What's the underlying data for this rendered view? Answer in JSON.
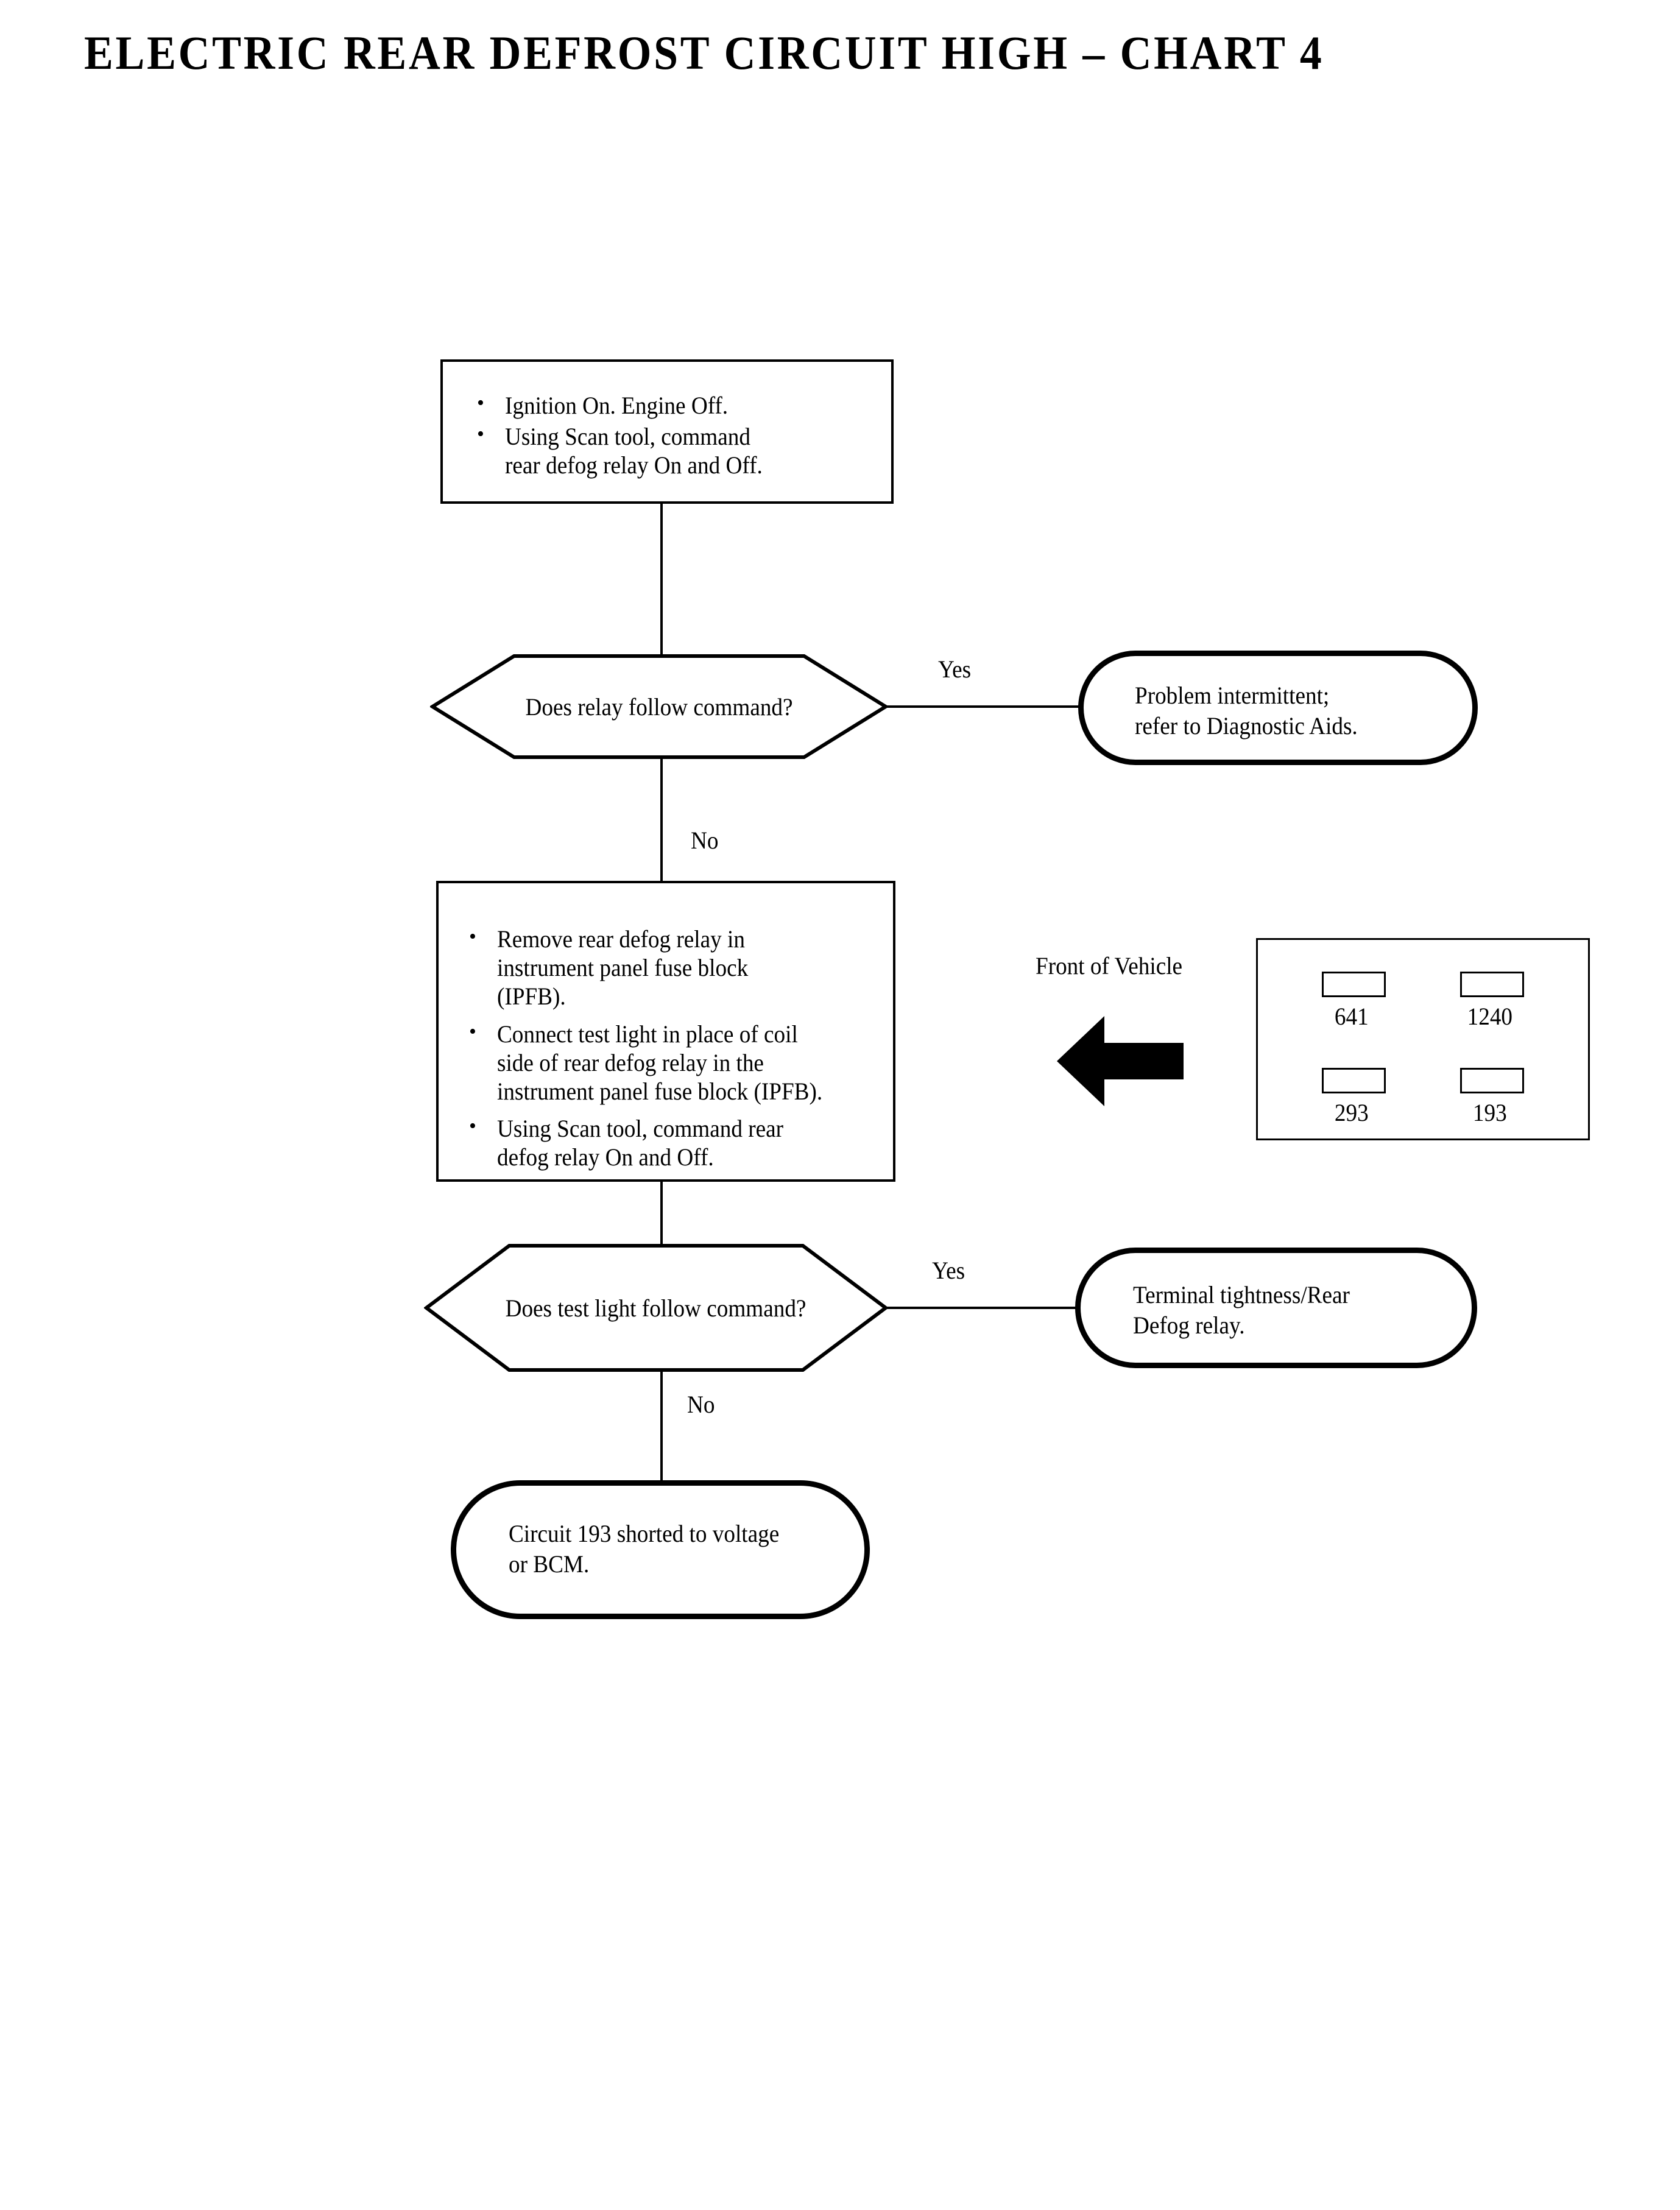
{
  "title": "ELECTRIC REAR DEFROST CIRCUIT HIGH – CHART 4",
  "chart_data": {
    "type": "diagram",
    "title": "ELECTRIC REAR DEFROST CIRCUIT HIGH – CHART 4",
    "diagram_kind": "troubleshooting-flowchart",
    "nodes": [
      {
        "id": "step1",
        "shape": "process",
        "bullets": [
          "Ignition On. Engine Off.",
          "Using Scan tool, command rear defog relay On and Off."
        ]
      },
      {
        "id": "decision1",
        "shape": "hexagon",
        "text": "Does relay follow command?"
      },
      {
        "id": "result1",
        "shape": "terminator",
        "text": "Problem intermittent;\nrefer to Diagnostic Aids."
      },
      {
        "id": "step2",
        "shape": "process",
        "bullets": [
          "Remove rear defog relay in instrument panel fuse block (IPFB).",
          "Connect test light in place of coil side of rear defog relay in the instrument panel fuse block (IPFB).",
          "Using Scan tool, command rear defog relay On and Off."
        ]
      },
      {
        "id": "decision2",
        "shape": "hexagon",
        "text": "Does test light follow command?"
      },
      {
        "id": "result2",
        "shape": "terminator",
        "text": "Terminal tightness/Rear\nDefog relay."
      },
      {
        "id": "result3",
        "shape": "terminator",
        "text": "Circuit 193 shorted to voltage\nor BCM."
      }
    ],
    "edges": [
      {
        "from": "step1",
        "to": "decision1",
        "label": ""
      },
      {
        "from": "decision1",
        "to": "result1",
        "label": "Yes"
      },
      {
        "from": "decision1",
        "to": "step2",
        "label": "No"
      },
      {
        "from": "step2",
        "to": "decision2",
        "label": ""
      },
      {
        "from": "decision2",
        "to": "result2",
        "label": "Yes"
      },
      {
        "from": "decision2",
        "to": "result3",
        "label": "No"
      }
    ]
  },
  "step1": {
    "bullet_glyph": "•",
    "items": [
      "Ignition On. Engine Off.",
      "Using Scan tool, command\nrear defog relay On and Off."
    ]
  },
  "decision1": {
    "text": "Does relay follow command?",
    "yes_label": "Yes",
    "no_label": "No"
  },
  "result1": {
    "text": "Problem intermittent;\nrefer to Diagnostic Aids."
  },
  "step2": {
    "bullet_glyph": "•",
    "items": [
      "Remove rear defog relay in\ninstrument panel fuse block\n(IPFB).",
      "Connect test light in place of coil\nside of rear defog relay in the\ninstrument panel fuse block (IPFB).",
      "Using Scan tool, command rear\ndefog relay On and Off."
    ]
  },
  "decision2": {
    "text": "Does test light follow command?",
    "yes_label": "Yes",
    "no_label": "No"
  },
  "result2": {
    "text": "Terminal tightness/Rear\nDefog relay."
  },
  "result3": {
    "text": "Circuit 193 shorted to voltage\nor BCM."
  },
  "connector": {
    "front_label": "Front of Vehicle",
    "cavities": [
      {
        "position": "top-left",
        "circuit": "641"
      },
      {
        "position": "top-right",
        "circuit": "1240"
      },
      {
        "position": "bottom-left",
        "circuit": "293"
      },
      {
        "position": "bottom-right",
        "circuit": "193"
      }
    ]
  },
  "colors": {
    "ink": "#000000",
    "paper": "#ffffff"
  }
}
